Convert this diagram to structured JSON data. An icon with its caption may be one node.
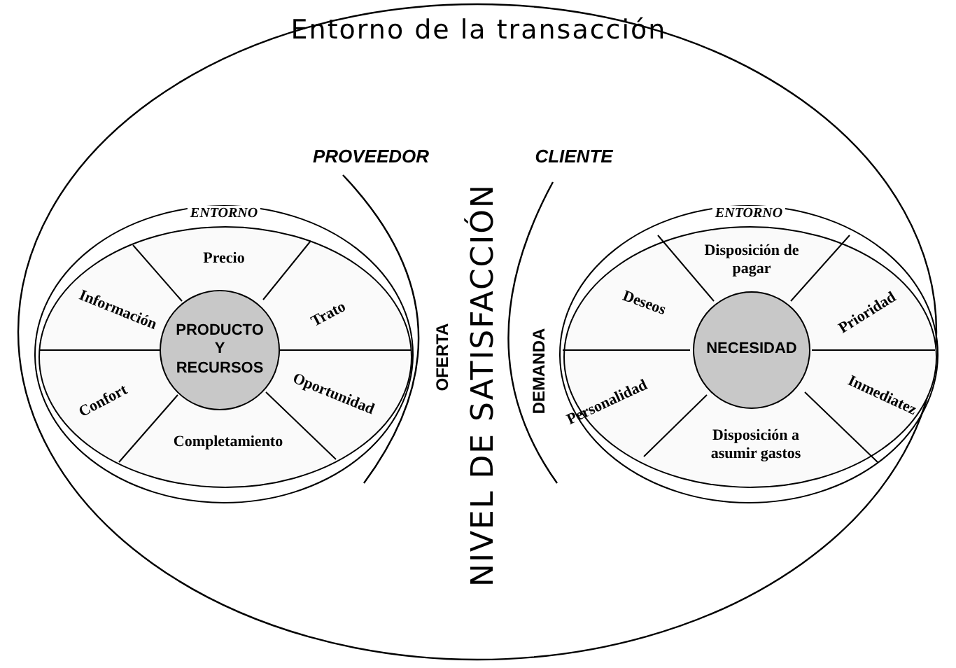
{
  "diagram": {
    "nodes": [
      {
        "text": [
          "Entorno de la transacción"
        ]
      },
      {
        "text": [
          "ENTORNO"
        ],
        "in": 0
      },
      {
        "text": [
          "Precio"
        ],
        "in": 1
      },
      {
        "text": [
          "Información"
        ],
        "in": 1
      },
      {
        "text": [
          "Trato"
        ],
        "in": 1
      },
      {
        "text": [
          "PRODUCTO Y RECURSOS"
        ],
        "in": 1
      },
      {
        "text": [
          "Confort"
        ],
        "in": 1
      },
      {
        "text": [
          "Oportunidad"
        ],
        "in": 1
      },
      {
        "text": [
          "Completamiento"
        ],
        "in": 1
      },
      {
        "text": [
          "ENTORNO"
        ],
        "in": 0
      },
      {
        "text": [
          "Disposición de pagar"
        ],
        "in": 9
      },
      {
        "text": [
          "Deseos"
        ],
        "in": 9
      },
      {
        "text": [
          "Prioridad"
        ],
        "in": 9
      },
      {
        "text": [
          "NECESIDAD"
        ],
        "in": 9
      },
      {
        "text": [
          "Personalidad"
        ],
        "in": 9
      },
      {
        "text": [
          "Inmediatez"
        ],
        "in": 9
      },
      {
        "text": [
          "Disposición a asumir gastos"
        ],
        "in": 9
      }
    ],
    "edges": [],
    "labels": [
      "PROVEEDOR",
      "CLIENTE",
      "OFERTA",
      "DEMANDA",
      "NIVEL DE SATISFACCIÓN"
    ]
  }
}
